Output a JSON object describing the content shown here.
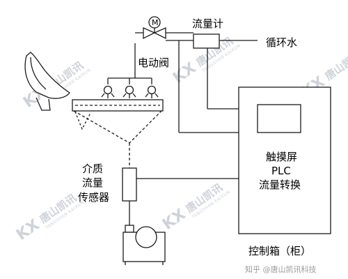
{
  "labels": {
    "flow_meter": "流量计",
    "circulating_water": "循环水",
    "electric_valve": "电动阀",
    "medium_line1": "介质",
    "medium_line2": "流量",
    "medium_line3": "传感器",
    "touch_screen": "触摸屏",
    "plc": "PLC",
    "flow_conversion": "流量转换",
    "control_box": "控制箱（柜）",
    "valve_motor_symbol": "M"
  },
  "watermark": {
    "brand_cn": "唐山凯讯",
    "brand_en": "TANGSHAN KAIXUN",
    "logo_text": "KX"
  },
  "footer": {
    "credit": "知乎 @唐山凯讯科技"
  },
  "colors": {
    "line": "#1a1a1a",
    "watermark": "#c9ced6",
    "footer_text": "#9a9a9a"
  }
}
